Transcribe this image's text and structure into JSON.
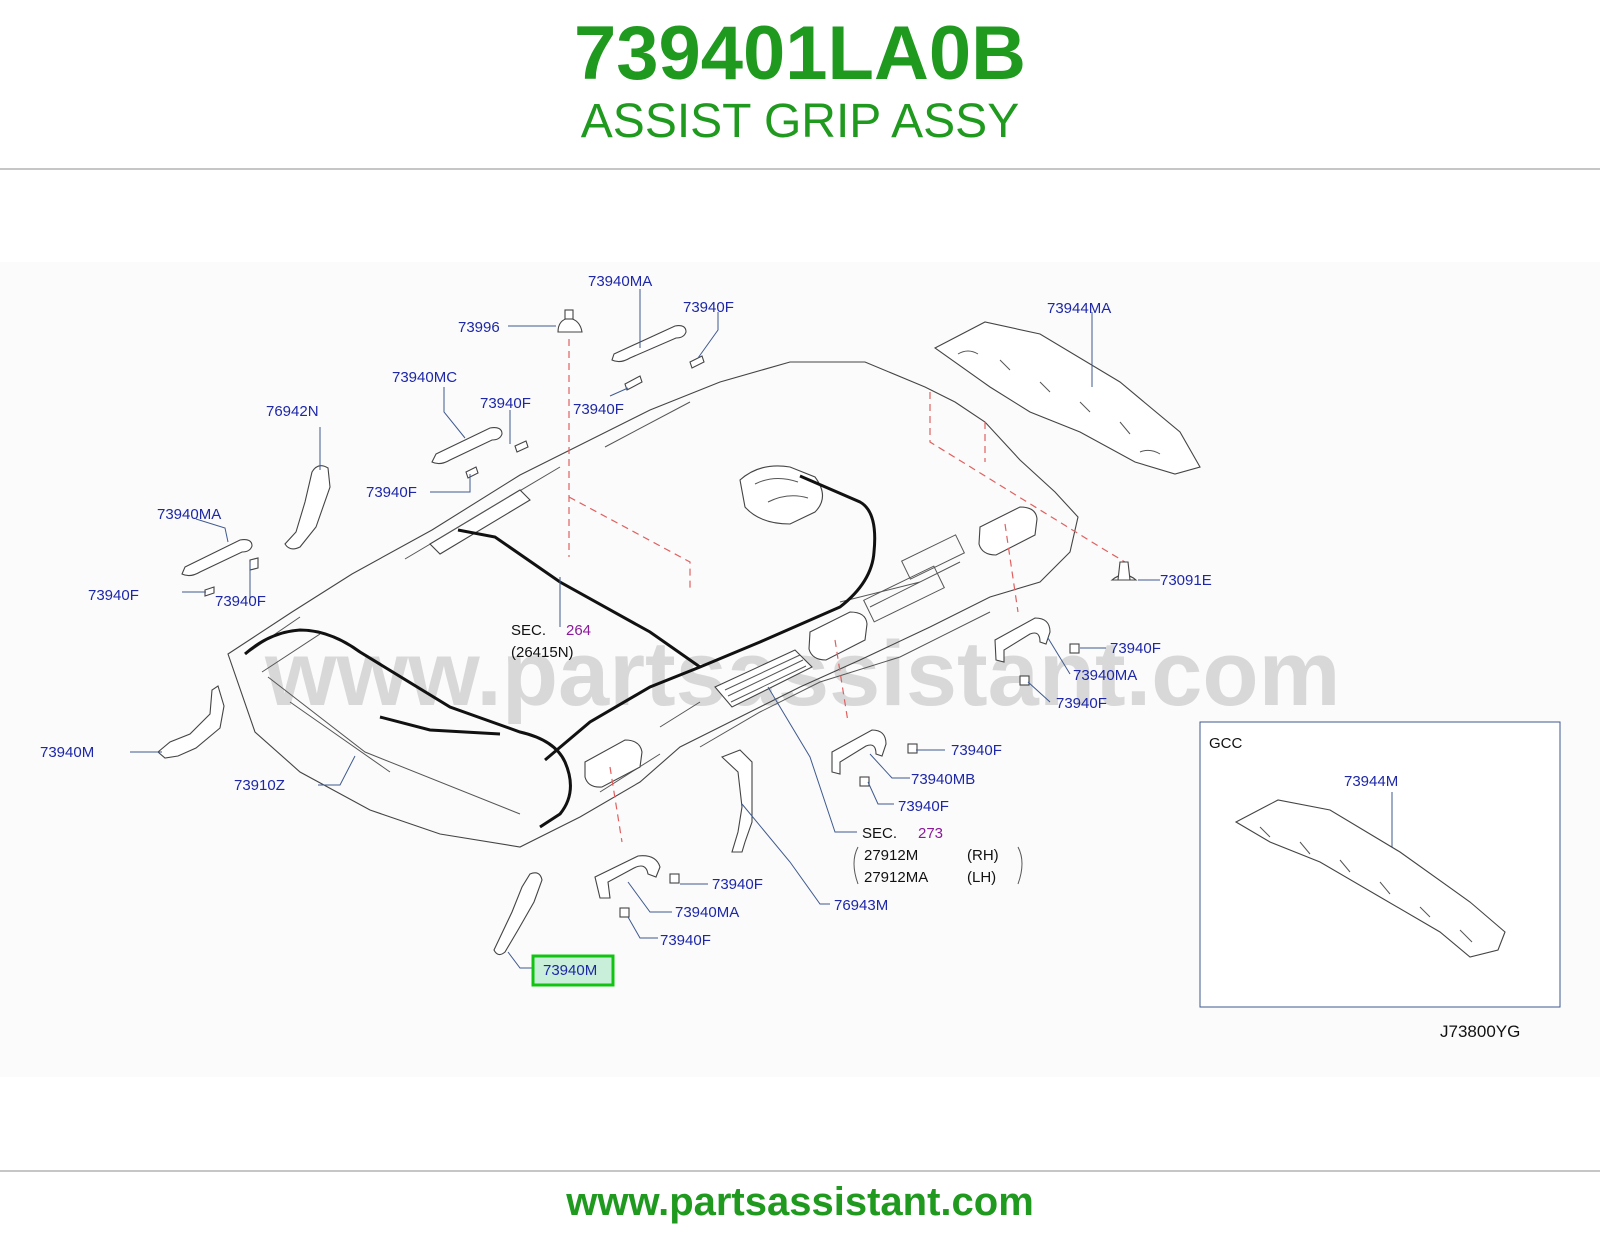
{
  "header": {
    "part_number": "739401LA0B",
    "part_name": "ASSIST GRIP ASSY"
  },
  "watermark": "www.partsassistant.com",
  "footer": {
    "url": "www.partsassistant.com"
  },
  "diagram_id": "J73800YG",
  "inset": {
    "title": "GCC",
    "part": "73944M"
  },
  "callouts": {
    "c_73940MA_top": "73940MA",
    "c_73940F_top": "73940F",
    "c_73996": "73996",
    "c_73944MA": "73944MA",
    "c_73940MC": "73940MC",
    "c_73940F_a": "73940F",
    "c_73940F_b": "73940F",
    "c_76942N": "76942N",
    "c_73940F_c": "73940F",
    "c_73940MA_left": "73940MA",
    "c_73940F_d": "73940F",
    "c_73940F_e": "73940F",
    "c_73091E": "73091E",
    "c_73940F_f": "73940F",
    "c_73940MA_right": "73940MA",
    "c_73940F_g": "73940F",
    "c_73940M_left": "73940M",
    "c_73910Z": "73910Z",
    "c_73940F_h": "73940F",
    "c_73940MB": "73940MB",
    "c_73940F_i": "73940F",
    "c_73940F_j": "73940F",
    "c_73940MA_bottom": "73940MA",
    "c_73940F_k": "73940F",
    "c_76943M": "76943M",
    "c_73940M_selected": "73940M"
  },
  "sections": {
    "sec264": {
      "prefix": "SEC.",
      "number": "264",
      "sub": "(26415N)"
    },
    "sec273": {
      "prefix": "SEC.",
      "number": "273",
      "rows": [
        {
          "part": "27912M",
          "side": "(RH)"
        },
        {
          "part": "27912MA",
          "side": "(LH)"
        }
      ]
    }
  },
  "colors": {
    "brand_green": "#1f9a1f",
    "callout_blue": "#1d27a8",
    "section_purple": "#8a1a9a",
    "highlight_green": "#11c411",
    "highlight_fill": "#c9eed9"
  },
  "selected_part": "73940M"
}
